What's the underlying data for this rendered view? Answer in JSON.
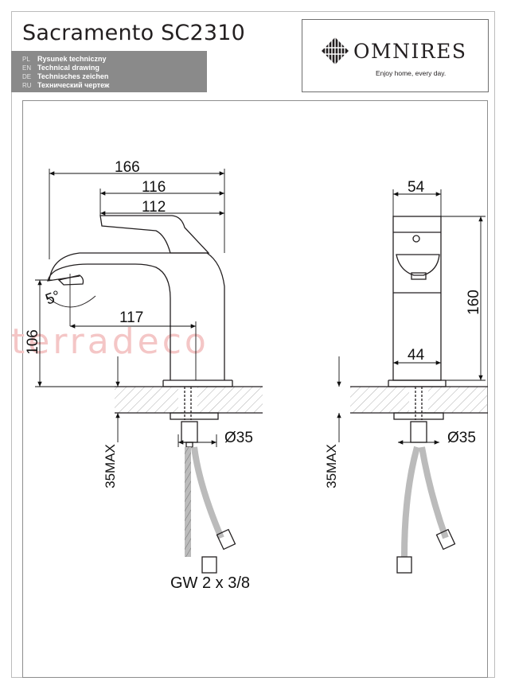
{
  "header": {
    "title": "Sacramento SC2310",
    "languages": [
      {
        "code": "PL",
        "label": "Rysunek techniczny"
      },
      {
        "code": "EN",
        "label": "Technical drawing"
      },
      {
        "code": "DE",
        "label": "Technisches zeichen"
      },
      {
        "code": "RU",
        "label": "Технический чертеж"
      }
    ]
  },
  "logo": {
    "brand": "OMNIRES",
    "tagline": "Enjoy home, every day."
  },
  "drawing": {
    "side_view": {
      "dim_total_length": "166",
      "dim_lever_length": "116",
      "dim_handle_length": "112",
      "dim_spout_angle": "5°",
      "dim_spout_reach": "117",
      "dim_spout_height": "106",
      "dim_hole": "Ø35",
      "dim_max_thickness": "35MAX",
      "connection": "GW 2 x 3/8"
    },
    "front_view": {
      "dim_top_width": "54",
      "dim_height": "160",
      "dim_base_width": "44",
      "dim_hole": "Ø35",
      "dim_max_thickness": "35MAX"
    },
    "watermark": "terradeco"
  },
  "colors": {
    "langbar": "#8a8a8a",
    "line": "#231f20",
    "watermark": "#f4c6c6"
  }
}
